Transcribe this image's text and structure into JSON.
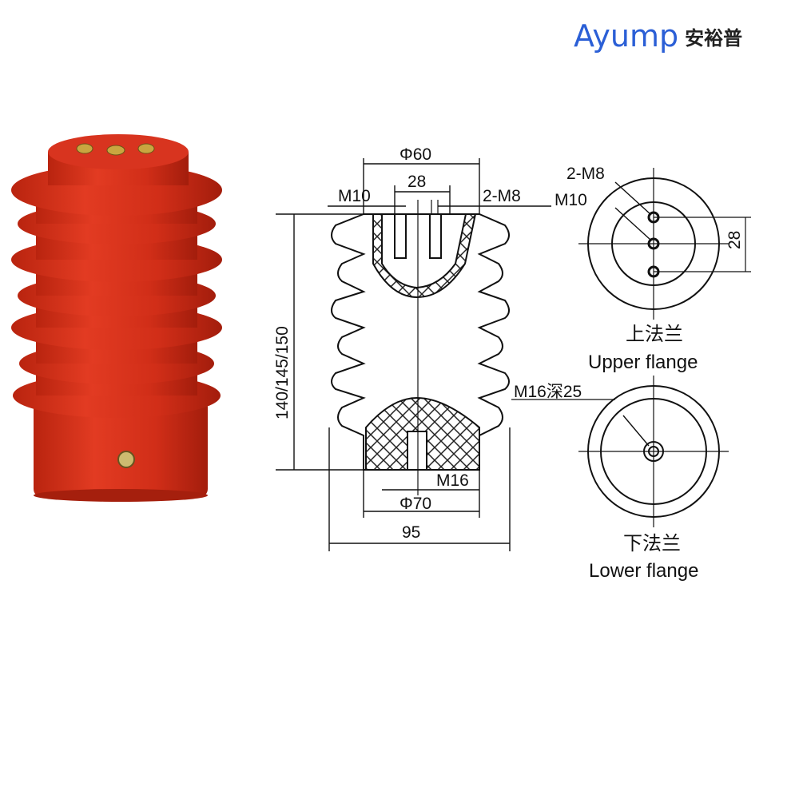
{
  "logo": {
    "latin": "Ayump",
    "chinese": "安裕普",
    "color": "#2b5fd6"
  },
  "photo": {
    "insulator_color": "#d8341f",
    "shadow_color": "#a8200f"
  },
  "drawing": {
    "phi60": "Φ60",
    "d28_top": "28",
    "m10_left": "M10",
    "m8_right": "2-M8",
    "height": "140/145/150",
    "m16_bottom": "M16",
    "phi70": "Φ70",
    "d95": "95"
  },
  "upper_flange": {
    "m8": "2-M8",
    "m10": "M10",
    "d28": "28",
    "caption_cn": "上法兰",
    "caption_en": "Upper flange"
  },
  "lower_flange": {
    "m16": "M16深25",
    "caption_cn": "下法兰",
    "caption_en": "Lower flange"
  }
}
